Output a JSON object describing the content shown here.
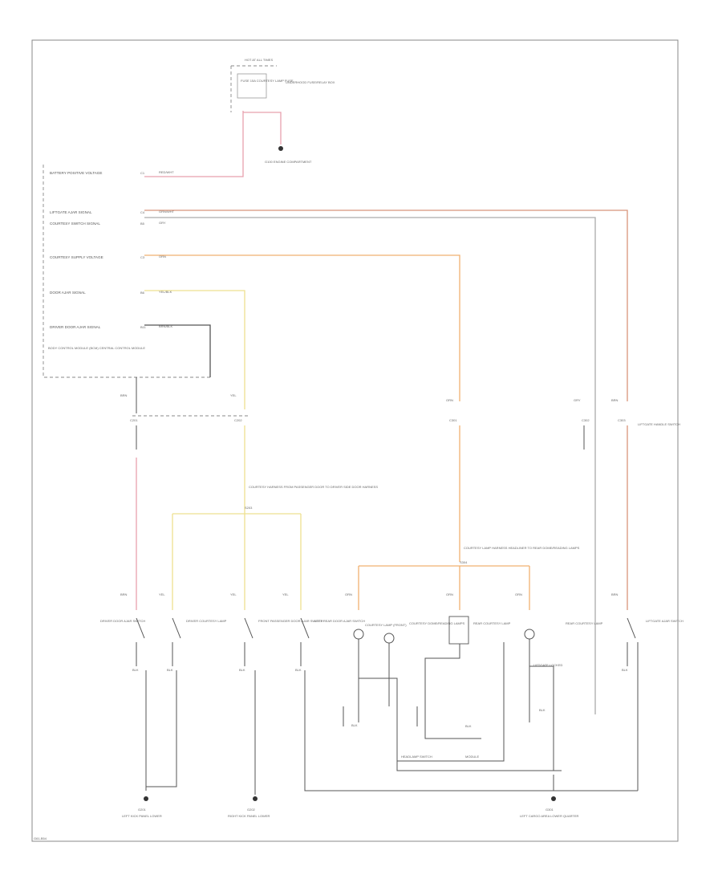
{
  "colors": {
    "red": "#e8a0ae",
    "redStrong": "#e05070",
    "orange": "#f0b070",
    "orangeBrown": "#d8957a",
    "yellow": "#eee090",
    "yellowGreen": "#d0d890",
    "gray": "#555555",
    "lightGray": "#aaaaaa",
    "black": "#333333"
  },
  "fuse_box": {
    "header": "HOT AT ALL TIMES",
    "fuse_label": "FUSE 15A COURTESY LAMP FUSE",
    "note": "UNDERHOOD FUSE/RELAY BOX",
    "ground": "G100 ENGINE COMPARTMENT"
  },
  "module": {
    "name": "BODY CONTROL MODULE (BCM) CENTRAL CONTROL MODULE",
    "lines": [
      {
        "label": "BATTERY POSITIVE VOLTAGE",
        "pin": "C1",
        "wire": "RED/WHT"
      },
      {
        "label": "LIFTGATE AJAR SIGNAL",
        "pin": "C4",
        "wire": "GRN/WHT"
      },
      {
        "label": "COURTESY SWITCH SIGNAL",
        "pin": "B5",
        "wire": "GRY"
      },
      {
        "label": "COURTESY SUPPLY VOLTAGE",
        "pin": "C3",
        "wire": "ORN"
      },
      {
        "label": "DOOR AJAR SIGNAL",
        "pin": "B6",
        "wire": "YEL/BLK"
      },
      {
        "label": "DRIVER DOOR AJAR SIGNAL",
        "pin": "B11",
        "wire": "BRN/BLK"
      }
    ]
  },
  "connectors": [
    {
      "id": "C201",
      "wire": "BRN"
    },
    {
      "id": "C202",
      "wire": "YEL"
    },
    {
      "id": "C301",
      "wire": "ORN"
    },
    {
      "id": "C302",
      "wire": "GRY"
    },
    {
      "id": "C303",
      "wire": "BRN"
    }
  ],
  "splices": [
    {
      "id": "S203",
      "note": "COURTESY HARNESS FROM PASSENGER DOOR TO DRIVER SIDE DOOR HARNESS"
    },
    {
      "id": "S304",
      "note": "COURTESY LAMP HARNESS HEADLINER TO REAR DOME/READING LAMPS"
    }
  ],
  "components": [
    {
      "name": "DRIVER DOOR AJAR SWITCH",
      "wire_in": "BRN",
      "wire_out": "BLK"
    },
    {
      "name": "DRIVER COURTESY LAMP",
      "wire_in": "YEL",
      "wire_out": "BLK"
    },
    {
      "name": "FRONT PASSENGER DOOR AJAR SWITCH",
      "wire_in": "YEL",
      "wire_out": "BLK"
    },
    {
      "name": "LEFT REAR DOOR AJAR SWITCH",
      "wire_in": "YEL",
      "wire_out": "BLK"
    },
    {
      "name": "COURTESY LAMP (FRONT)",
      "wire_in": "ORN",
      "wire_out": "BLK"
    },
    {
      "name": "COURTESY DOME/READING LAMPS",
      "wire_in": "ORN",
      "wire_out": "BLK"
    },
    {
      "name": "REAR COURTESY LAMP",
      "wire_in": "ORN",
      "wire_out": "BLK"
    },
    {
      "name": "LIFTGATE AJAR SWITCH",
      "wire_in": "BRN",
      "wire_out": "BLK"
    }
  ],
  "grounds": [
    {
      "id": "G201",
      "label": "LEFT KICK PANEL LOWER"
    },
    {
      "id": "G202",
      "label": "RIGHT KICK PANEL LOWER"
    },
    {
      "id": "G301",
      "label": "LEFT CARGO AREA LOWER QUARTER"
    }
  ],
  "misc": {
    "switch_note": "LIFTGATE LOCKED",
    "bottom_note_left": "HEADLAMP SWITCH",
    "bottom_note_right": "MODULE",
    "lift_label": "LIFTGATE HANDLE SWITCH",
    "footer": "G61-B54"
  }
}
